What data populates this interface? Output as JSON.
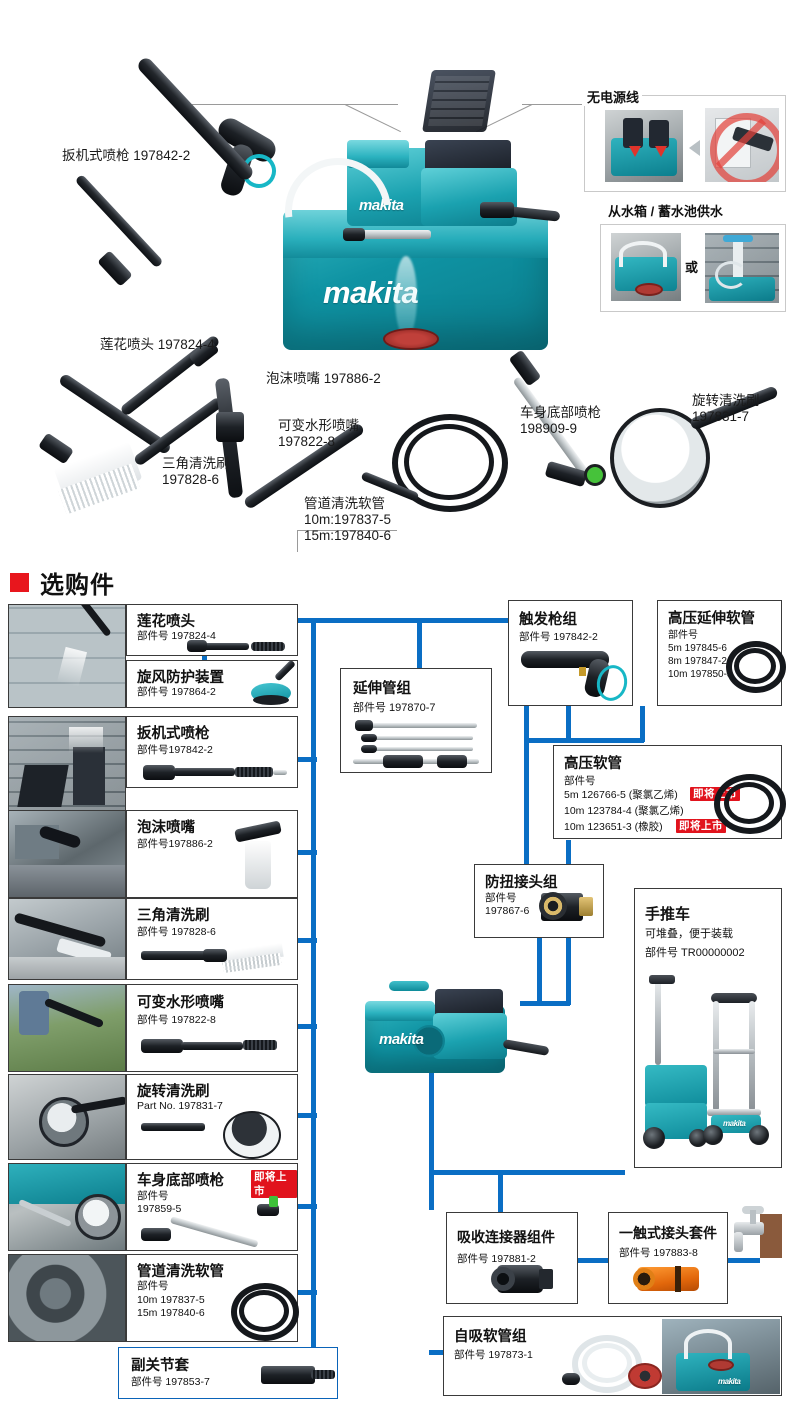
{
  "hero": {
    "labels": [
      {
        "id": "trigger-gun",
        "text": "扳机式喷枪 197842-2"
      },
      {
        "id": "lotus-nozzle",
        "text": "莲花喷头 197824-4"
      },
      {
        "id": "foam-nozzle",
        "text": "泡沫喷嘴 197886-2"
      },
      {
        "id": "triangle-brush",
        "text": "三角清洗刷\n197828-6"
      },
      {
        "id": "variable-nozzle",
        "text": "可变水形喷嘴\n197822-8"
      },
      {
        "id": "pipe-hose",
        "text": "管道清洗软管\n10m:197837-5\n15m:197840-6"
      },
      {
        "id": "underbody-lance",
        "text": "车身底部喷枪\n198909-9"
      },
      {
        "id": "rotary-brush",
        "text": "旋转清洗刷\n197831-7"
      }
    ],
    "insets": [
      {
        "id": "no-power-cord",
        "caption": "无电源线"
      },
      {
        "id": "water-supply",
        "caption": "从水箱 / 蓄水池供水",
        "or": "或"
      }
    ]
  },
  "section": {
    "title": "选购件",
    "accent": "#e8161d"
  },
  "cards": {
    "lotus_nozzle": {
      "title": "莲花喷头",
      "part": "部件号 197824-4"
    },
    "cyclone_guard": {
      "title": "旋风防护装置",
      "part": "部件号 197864-2"
    },
    "trigger_gun": {
      "title": "扳机式喷枪",
      "part": "部件号197842-2"
    },
    "foam_nozzle": {
      "title": "泡沫喷嘴",
      "part": "部件号197886-2"
    },
    "triangle_brush": {
      "title": "三角清洗刷",
      "part": "部件号 197828-6"
    },
    "variable_nozzle": {
      "title": "可变水形喷嘴",
      "part": "部件号 197822-8"
    },
    "rotary_brush": {
      "title": "旋转清洗刷",
      "part": "Part No. 197831-7"
    },
    "underbody_lance": {
      "title": "车身底部喷枪",
      "part": "部件号\n197859-5",
      "badge": "即将上市"
    },
    "pipe_hose": {
      "title": "管道清洗软管",
      "part": "部件号\n10m 197837-5\n15m 197840-6"
    },
    "joint_sleeve": {
      "title": "副关节套",
      "part": "部件号 197853-7"
    },
    "extension_tube": {
      "title": "延伸管组",
      "part": "部件号 197870-7"
    },
    "trigger_gun_set": {
      "title": "触发枪组",
      "part": "部件号 197842-2"
    },
    "hp_extension_hose": {
      "title": "高压延伸软管",
      "part": "部件号\n5m 197845-6\n8m 197847-2\n10m 197850-3"
    },
    "hp_hose": {
      "title": "高压软管",
      "part_label": "部件号",
      "lines": [
        {
          "text": "5m 126766-5 (聚氯乙烯)",
          "badge": "即将上市"
        },
        {
          "text": "10m 123784-4 (聚氯乙烯)",
          "badge": ""
        },
        {
          "text": "10m 123651-3 (橡胶)",
          "badge": "即将上市"
        }
      ]
    },
    "anti_twist_joint": {
      "title": "防扭接头组",
      "part": "部件号\n197867-6"
    },
    "hand_cart": {
      "title": "手推车",
      "sub": "可堆叠，便于装载",
      "part": "部件号  TR00000002"
    },
    "suction_connector": {
      "title": "吸收连接器组件",
      "part": "部件号  197881-2"
    },
    "quick_coupling": {
      "title": "一触式接头套件",
      "part": "部件号 197883-8"
    },
    "self_priming_hose": {
      "title": "自吸软管组",
      "part": "部件号 197873-1"
    }
  },
  "colors": {
    "wire": "#0a6ec4",
    "card_border": "#3a3a3a",
    "badge_red": "#e1131d",
    "makita_teal": "#0f93a3",
    "accent_square": "#e8161d"
  },
  "brand": {
    "logo": "makita"
  }
}
